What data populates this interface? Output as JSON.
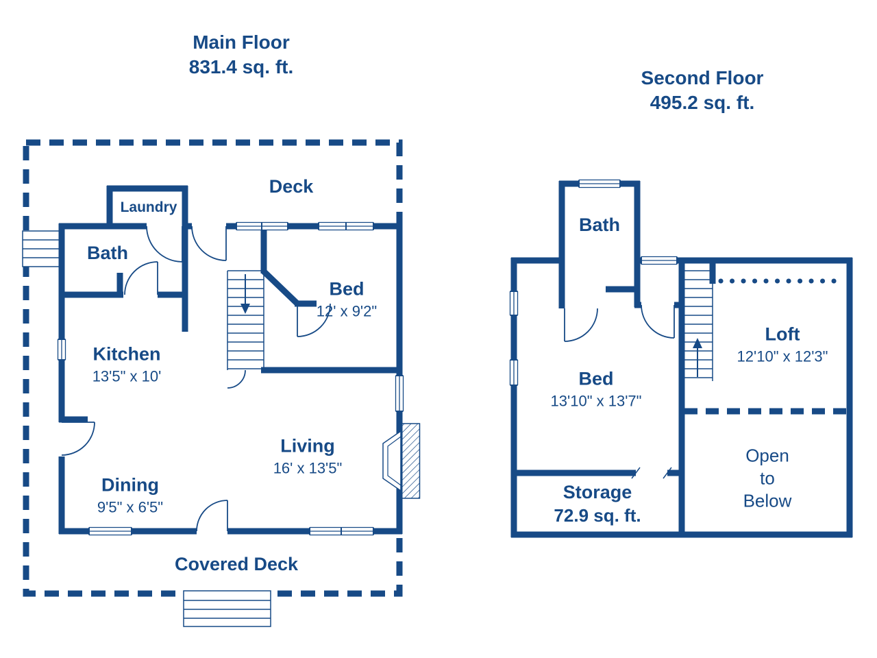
{
  "colors": {
    "wall": "#174A86",
    "background": "#FFFFFF"
  },
  "main_floor": {
    "title": "Main Floor",
    "area": "831.4 sq. ft.",
    "rooms": {
      "deck": {
        "label": "Deck"
      },
      "laundry": {
        "label": "Laundry"
      },
      "bath": {
        "label": "Bath"
      },
      "bed": {
        "label": "Bed",
        "dimensions": "12' x 9'2\""
      },
      "kitchen": {
        "label": "Kitchen",
        "dimensions": "13'5\" x 10'"
      },
      "living": {
        "label": "Living",
        "dimensions": "16' x 13'5\""
      },
      "dining": {
        "label": "Dining",
        "dimensions": "9'5\" x 6'5\""
      },
      "covered_deck": {
        "label": "Covered Deck"
      }
    }
  },
  "second_floor": {
    "title": "Second Floor",
    "area": "495.2 sq. ft.",
    "rooms": {
      "bath": {
        "label": "Bath"
      },
      "loft": {
        "label": "Loft",
        "dimensions": "12'10\" x 12'3\""
      },
      "bed": {
        "label": "Bed",
        "dimensions": "13'10\" x 13'7\""
      },
      "storage": {
        "label": "Storage",
        "area": "72.9 sq. ft."
      },
      "open_to_below": {
        "lines": [
          "Open",
          "to",
          "Below"
        ]
      }
    }
  }
}
